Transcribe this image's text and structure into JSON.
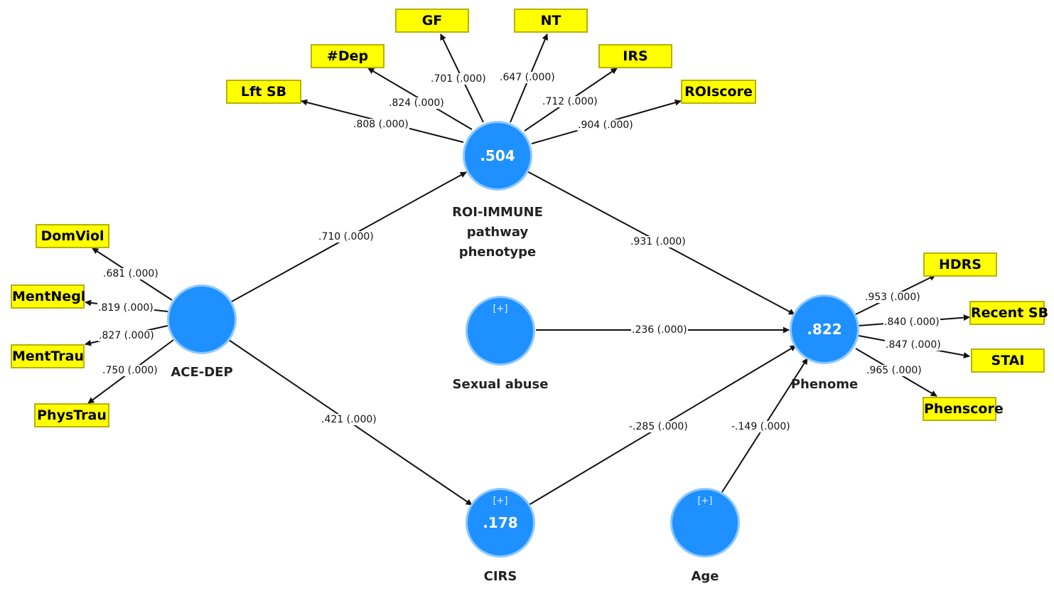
{
  "latents": {
    "roi": {
      "value": ".504",
      "name_lines": [
        "ROI-IMMUNE",
        "pathway",
        "phenotype"
      ]
    },
    "ace": {
      "name": "ACE-DEP"
    },
    "sexual": {
      "plus": "[+]",
      "name": "Sexual abuse"
    },
    "phenome": {
      "value": ".822",
      "name": "Phenome"
    },
    "cirs": {
      "plus": "[+]",
      "value": ".178",
      "name": "CIRS"
    },
    "age": {
      "plus": "[+]",
      "name": "Age"
    }
  },
  "indicators": {
    "gf": "GF",
    "nt": "NT",
    "dep": "#Dep",
    "irs": "IRS",
    "lftsb": "Lft SB",
    "roiscore": "ROIscore",
    "domviol": "DomViol",
    "mentnegl": "MentNegl",
    "menttrau": "MentTrau",
    "phystrau": "PhysTrau",
    "hdrs": "HDRS",
    "recentsb": "Recent SB",
    "stai": "STAI",
    "phenscore": "Phenscore"
  },
  "loadings": {
    "gf": ".701 (.000)",
    "nt": ".647 (.000)",
    "dep": ".824 (.000)",
    "irs": ".712 (.000)",
    "lftsb": ".808 (.000)",
    "roiscore": ".904 (.000)",
    "domviol": ".681 (.000)",
    "mentnegl": ".819 (.000)",
    "menttrau": ".827 (.000)",
    "phystrau": ".750 (.000)",
    "hdrs": ".953 (.000)",
    "recentsb": ".840 (.000)",
    "stai": ".847 (.000)",
    "phenscore": ".965 (.000)"
  },
  "paths": {
    "ace_roi": ".710 (.000)",
    "roi_phenome": ".931 (.000)",
    "sexual_phenome": ".236 (.000)",
    "ace_cirs": ".421 (.000)",
    "cirs_phenome": "-.285 (.000)",
    "age_phenome": "-.149 (.000)"
  },
  "colors": {
    "latent_fill": "#1e90ff",
    "latent_border": "#8ec8ff",
    "indicator_fill": "#ffff00",
    "indicator_border": "#b5b300"
  }
}
